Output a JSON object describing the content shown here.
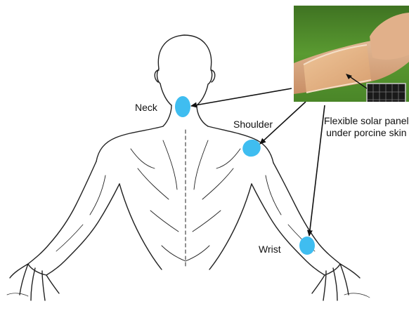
{
  "labels": {
    "neck": "Neck",
    "shoulder": "Shoulder",
    "wrist": "Wrist"
  },
  "caption": {
    "line1": "Flexible solar panel",
    "line2": "under porcine skin"
  },
  "colors": {
    "sensor_spot": "#3fbdf0",
    "outline": "#222222",
    "arrow": "#111111",
    "grass": "#4f8a2c",
    "skin": "#e2b28c"
  },
  "icons": {
    "figure": "human-torso-back-outline",
    "photo": "wrist-photo",
    "panel": "solar-panel-icon"
  }
}
